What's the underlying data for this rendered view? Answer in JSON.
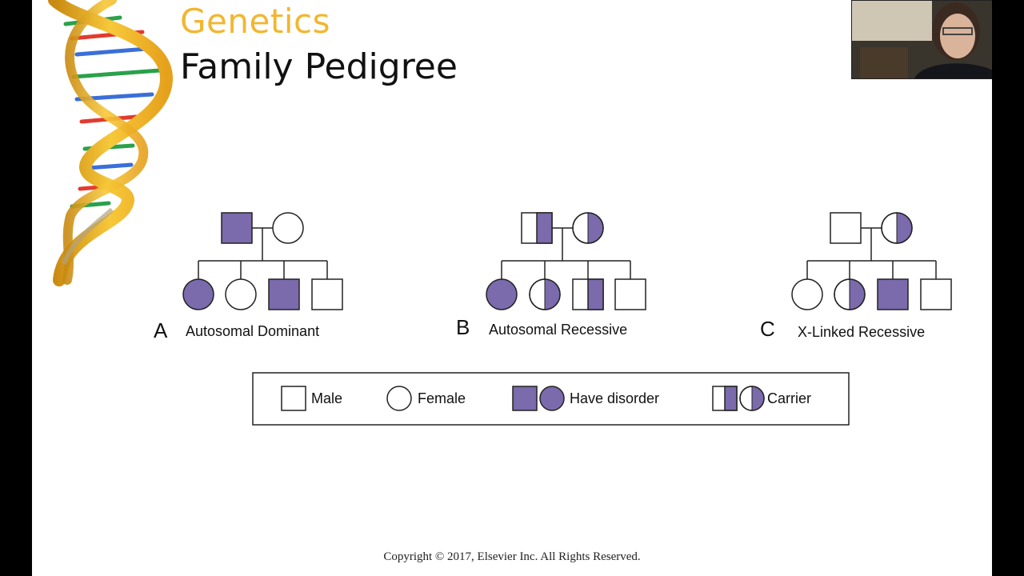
{
  "slide": {
    "title_top": "Genetics",
    "title_main": "Family Pedigree",
    "copyright": "Copyright © 2017, Elsevier Inc. All Rights Reserved."
  },
  "colors": {
    "affected": "#7b6aac",
    "title_accent": "#f2b630",
    "stroke": "#222222"
  },
  "pedigrees": [
    {
      "letter": "A",
      "caption": "Autosomal Dominant",
      "parents": [
        {
          "sex": "male",
          "status": "affected"
        },
        {
          "sex": "female",
          "status": "unaffected"
        }
      ],
      "children": [
        {
          "sex": "female",
          "status": "affected"
        },
        {
          "sex": "female",
          "status": "unaffected"
        },
        {
          "sex": "male",
          "status": "affected"
        },
        {
          "sex": "male",
          "status": "unaffected"
        }
      ]
    },
    {
      "letter": "B",
      "caption": "Autosomal Recessive",
      "parents": [
        {
          "sex": "male",
          "status": "carrier"
        },
        {
          "sex": "female",
          "status": "carrier"
        }
      ],
      "children": [
        {
          "sex": "female",
          "status": "affected"
        },
        {
          "sex": "female",
          "status": "carrier"
        },
        {
          "sex": "male",
          "status": "carrier"
        },
        {
          "sex": "male",
          "status": "unaffected"
        }
      ]
    },
    {
      "letter": "C",
      "caption": "X-Linked Recessive",
      "parents": [
        {
          "sex": "male",
          "status": "unaffected"
        },
        {
          "sex": "female",
          "status": "carrier"
        }
      ],
      "children": [
        {
          "sex": "female",
          "status": "unaffected"
        },
        {
          "sex": "female",
          "status": "carrier"
        },
        {
          "sex": "male",
          "status": "affected"
        },
        {
          "sex": "male",
          "status": "unaffected"
        }
      ]
    }
  ],
  "legend": [
    {
      "label": "Male",
      "symbols": [
        {
          "sex": "male",
          "status": "unaffected"
        }
      ]
    },
    {
      "label": "Female",
      "symbols": [
        {
          "sex": "female",
          "status": "unaffected"
        }
      ]
    },
    {
      "label": "Have disorder",
      "symbols": [
        {
          "sex": "male",
          "status": "affected"
        },
        {
          "sex": "female",
          "status": "affected"
        }
      ]
    },
    {
      "label": "Carrier",
      "symbols": [
        {
          "sex": "male",
          "status": "carrier"
        },
        {
          "sex": "female",
          "status": "carrier"
        }
      ]
    }
  ]
}
